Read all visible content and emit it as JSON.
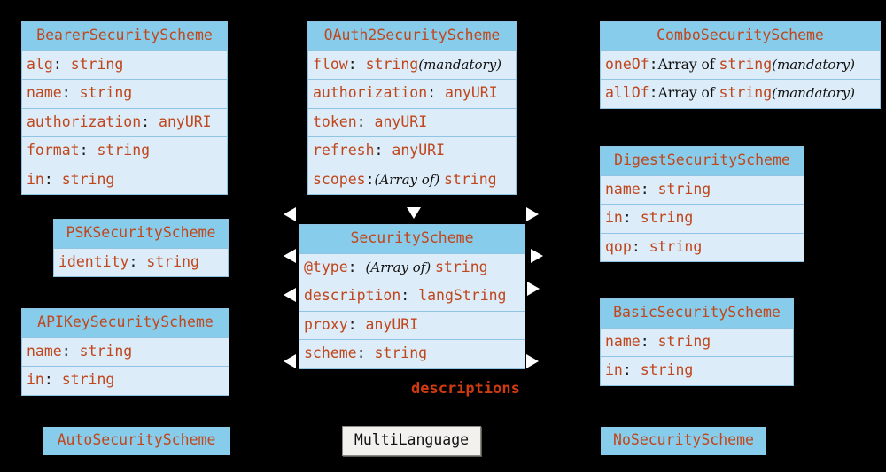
{
  "diagram": {
    "title": "SecurityScheme",
    "background_color": "#000000",
    "box_header_color": "#87cdeb",
    "box_row_color": "#dcecf8",
    "box_border_color": "#8fc4e3",
    "text_color": "#c0461c",
    "label_color": "#cf3a10",
    "arrow_color": "#ffffff",
    "note_fill_color": "#f2f1ed"
  },
  "classes": {
    "bearer": {
      "name": "BearerSecurityScheme",
      "rows": [
        {
          "prop": "alg",
          "sep": ": ",
          "pre": "",
          "type": "string",
          "qual": ""
        },
        {
          "prop": "name",
          "sep": ": ",
          "pre": "",
          "type": "string",
          "qual": ""
        },
        {
          "prop": "authorization",
          "sep": ": ",
          "pre": "",
          "type": "anyURI",
          "qual": ""
        },
        {
          "prop": "format",
          "sep": ": ",
          "pre": "",
          "type": "string",
          "qual": ""
        },
        {
          "prop": "in",
          "sep": ": ",
          "pre": "",
          "type": "string",
          "qual": ""
        }
      ]
    },
    "oauth2": {
      "name": "OAuth2SecurityScheme",
      "rows": [
        {
          "prop": "flow",
          "sep": ": ",
          "pre": "",
          "type": "string",
          "qual": "(mandatory)"
        },
        {
          "prop": "authorization",
          "sep": ": ",
          "pre": "",
          "type": "anyURI",
          "qual": ""
        },
        {
          "prop": "token",
          "sep": ": ",
          "pre": "",
          "type": "anyURI",
          "qual": ""
        },
        {
          "prop": "refresh",
          "sep": ": ",
          "pre": "",
          "type": "anyURI",
          "qual": ""
        },
        {
          "prop": "scopes",
          "sep": ":",
          "pre": "(Array of)",
          "type": "string",
          "qual": ""
        }
      ]
    },
    "combo": {
      "name": "ComboSecurityScheme",
      "rows": [
        {
          "prop": "oneOf",
          "sep": ":",
          "pre_plain": "Array of",
          "type": "string",
          "qual": "(mandatory)"
        },
        {
          "prop": "allOf",
          "sep": ":",
          "pre_plain": "Array of",
          "type": "string",
          "qual": "(mandatory)"
        }
      ]
    },
    "digest": {
      "name": "DigestSecurityScheme",
      "rows": [
        {
          "prop": "name",
          "sep": ": ",
          "pre": "",
          "type": "string",
          "qual": ""
        },
        {
          "prop": "in",
          "sep": ": ",
          "pre": "",
          "type": "string",
          "qual": ""
        },
        {
          "prop": "qop",
          "sep": ": ",
          "pre": "",
          "type": "string",
          "qual": ""
        }
      ]
    },
    "psk": {
      "name": "PSKSecurityScheme",
      "rows": [
        {
          "prop": "identity",
          "sep": ": ",
          "pre": "",
          "type": "string",
          "qual": ""
        }
      ]
    },
    "security_scheme": {
      "name": "SecurityScheme",
      "rows": [
        {
          "prop": "@type",
          "sep": ": ",
          "pre": "(Array of)",
          "type": "string",
          "qual": ""
        },
        {
          "prop": "description",
          "sep": ": ",
          "pre": "",
          "type": "langString",
          "qual": ""
        },
        {
          "prop": "proxy",
          "sep": ": ",
          "pre": "",
          "type": "anyURI",
          "qual": ""
        },
        {
          "prop": "scheme",
          "sep": ": ",
          "pre": "",
          "type": "string",
          "qual": ""
        }
      ]
    },
    "apikey": {
      "name": "APIKeySecurityScheme",
      "rows": [
        {
          "prop": "name",
          "sep": ": ",
          "pre": "",
          "type": "string",
          "qual": ""
        },
        {
          "prop": "in",
          "sep": ": ",
          "pre": "",
          "type": "string",
          "qual": ""
        }
      ]
    },
    "basic": {
      "name": "BasicSecurityScheme",
      "rows": [
        {
          "prop": "name",
          "sep": ": ",
          "pre": "",
          "type": "string",
          "qual": ""
        },
        {
          "prop": "in",
          "sep": ": ",
          "pre": "",
          "type": "string",
          "qual": ""
        }
      ]
    },
    "auto": {
      "name": "AutoSecurityScheme",
      "rows": []
    },
    "nosecurity": {
      "name": "NoSecurityScheme",
      "rows": []
    }
  },
  "notes": {
    "multilanguage": "MultiLanguage"
  },
  "labels": {
    "descriptions": "descriptions"
  }
}
